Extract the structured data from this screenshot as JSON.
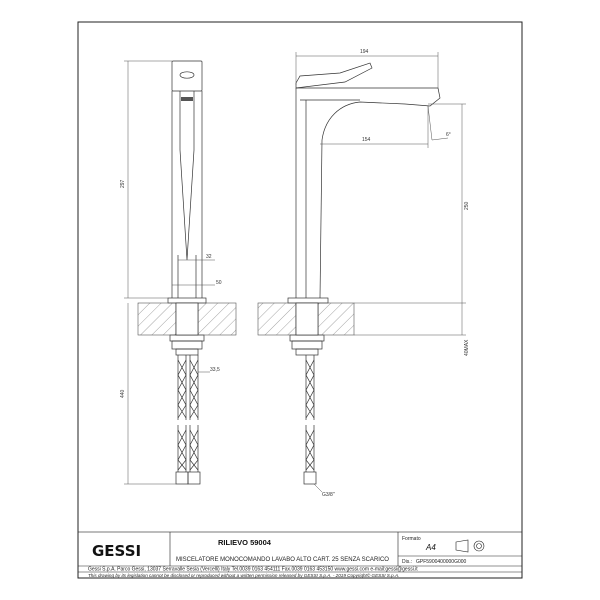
{
  "dimensions": {
    "front_height": "297",
    "width_32": "32",
    "width_50": "50",
    "hole_33_5": "33,5",
    "hose_length": "440",
    "spout_194": "194",
    "spout_154": "154",
    "angle": "6°",
    "height_250": "250",
    "max_thickness": "40MAX",
    "thread": "G3/8\""
  },
  "title_block": {
    "logo": "GESSI",
    "code": "RILIEVO 59004",
    "description": "MISCELATORE MONOCOMANDO LAVABO ALTO CART. 25 SENZA SCARICO",
    "format_label": "Formato",
    "format_value": "A4",
    "dis_label": "Dis.:",
    "dis_value": "GPF5900400000G000",
    "address": "Gessi S.p.A. Parco Gessi, 13037 Serravalle Sesia (Vercelli) Italy Tel.0039 0163 454111 Fax.0039 0163 453150 www.gessi.com e-mail:gessi@gessi.it",
    "notice": "This drawing by its legislation cannot be disclosed or reproduced without a written permission released by GESSI S.p.A. - 2019 Copyright© GESSI S.p.A."
  }
}
